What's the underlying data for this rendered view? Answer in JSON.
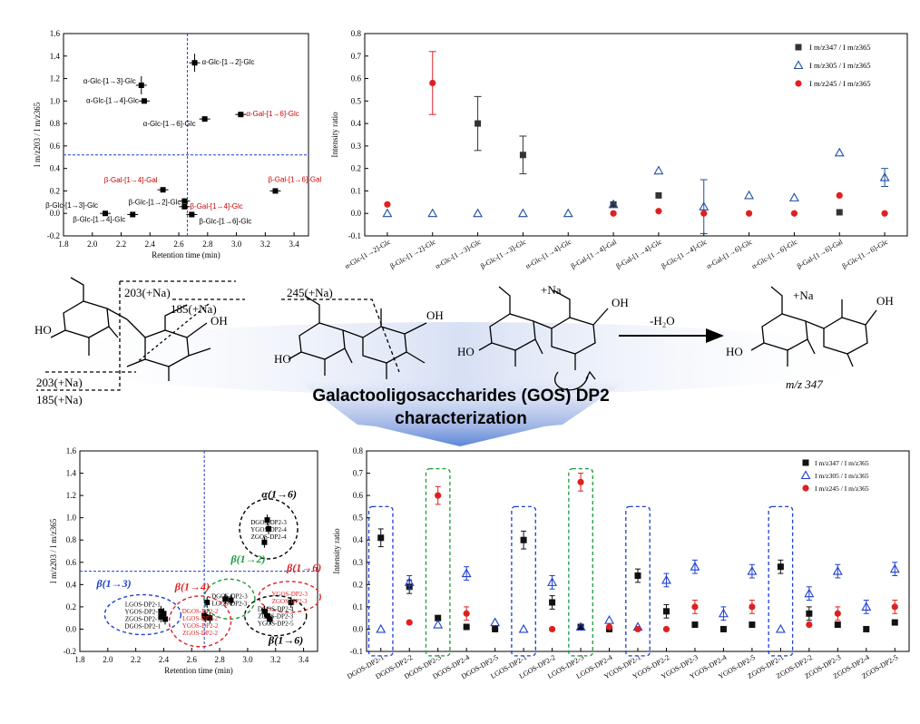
{
  "banner": {
    "line1": "Galactooligosaccharides (GOS) DP2",
    "line2": "characterization"
  },
  "structures": {
    "frag_203_top": "203(+Na)",
    "frag_185_top": "185(+Na)",
    "frag_203_bottom": "203(+Na)",
    "frag_185_bottom": "185(+Na)",
    "frag_245": "245(+Na)",
    "na_label": "+Na",
    "na_label_2": "+Na",
    "dehydration": "-H₂O",
    "mz": "m/z 347",
    "ho": "HO",
    "oh": "OH"
  },
  "chart_data": [
    {
      "id": "panel-a",
      "type": "scatter",
      "xlabel": "Retention time (min)",
      "ylabel": "I m/z203 / I m/z365",
      "xlim": [
        1.8,
        3.5
      ],
      "ylim": [
        -0.2,
        1.6
      ],
      "xticks": [
        "1.8",
        "2.0",
        "2.2",
        "2.4",
        "2.6",
        "2.8",
        "3.0",
        "3.2",
        "3.4"
      ],
      "yticks": [
        "-0.2",
        "0.0",
        "0.2",
        "0.4",
        "0.6",
        "0.8",
        "1.0",
        "1.2",
        "1.4",
        "1.6"
      ],
      "guides": {
        "x": 2.66,
        "y": 0.52
      },
      "points": [
        {
          "label": "α-Glc-[1→2]-Glc",
          "x": 2.71,
          "y": 1.34,
          "color": "#000000"
        },
        {
          "label": "α-Glc-[1→3]-Glc",
          "x": 2.34,
          "y": 1.14,
          "color": "#000000"
        },
        {
          "label": "α-Glc-[1→4]-Glc",
          "x": 2.36,
          "y": 1.0,
          "color": "#000000"
        },
        {
          "label": "α-Gal-[1→6]-Glc",
          "x": 3.03,
          "y": 0.88,
          "color": "#cc0000"
        },
        {
          "label": "α-Glc-[1→6]-Glc",
          "x": 2.78,
          "y": 0.84,
          "color": "#000000"
        },
        {
          "label": "β-Gal-[1→4]-Gal",
          "x": 2.49,
          "y": 0.21,
          "color": "#cc0000"
        },
        {
          "label": "β-Gal-[1→6]-Gal",
          "x": 3.27,
          "y": 0.2,
          "color": "#cc0000"
        },
        {
          "label": "β-Glc-[1→2]-Glc",
          "x": 2.64,
          "y": 0.11,
          "color": "#000000"
        },
        {
          "label": "β-Gal-[1→4]-Glc",
          "x": 2.64,
          "y": 0.06,
          "color": "#cc0000"
        },
        {
          "label": "β-Glc-[1→3]-Glc",
          "x": 2.09,
          "y": 0.0,
          "color": "#000000"
        },
        {
          "label": "β-Glc-[1→4]-Glc",
          "x": 2.28,
          "y": -0.01,
          "color": "#000000"
        },
        {
          "label": "β-Glc-[1→6]-Glc",
          "x": 2.69,
          "y": -0.01,
          "color": "#000000"
        }
      ]
    },
    {
      "id": "panel-b",
      "type": "scatter",
      "ylabel": "Intensity ratio",
      "ylim": [
        -0.1,
        0.8
      ],
      "yticks": [
        "-0.1",
        "0.0",
        "0.1",
        "0.2",
        "0.3",
        "0.4",
        "0.5",
        "0.6",
        "0.7",
        "0.8"
      ],
      "categories": [
        "α-Glc-[1→2]-Glc",
        "β-Glc-[1→2]-Glc",
        "α-Glc-[1→3]-Glc",
        "β-Glc-[1→3]-Glc",
        "α-Glc-[1→4]-Glc",
        "β-Gal-[1→4]-Gal",
        "β-Gal-[1→4]-Glc",
        "β-Glc-[1→4]-Glc",
        "α-Gal-[1→6]-Glc",
        "α-Glc-[1→6]-Glc",
        "β-Gal-[1→6]-Gal",
        "β-Glc-[1→6]-Glc"
      ],
      "legend_position": "top-right",
      "series": [
        {
          "name": "I m/z347 / I m/z365",
          "marker": "square",
          "color": "#333333",
          "values": [
            null,
            null,
            0.4,
            0.26,
            null,
            0.04,
            0.08,
            null,
            null,
            null,
            0.005,
            null
          ]
        },
        {
          "name": "I m/z305 / I m/z365",
          "marker": "triangle",
          "color": "#1f4ea1",
          "values": [
            0.0,
            0.0,
            0.0,
            0.0,
            0.0,
            0.04,
            0.19,
            0.03,
            0.08,
            0.07,
            0.27,
            0.16
          ]
        },
        {
          "name": "I m/z245 / I m/z365",
          "marker": "circle",
          "color": "#e02020",
          "values": [
            0.04,
            0.58,
            null,
            null,
            null,
            0.0,
            0.01,
            0.0,
            0.0,
            0.0,
            0.08,
            0.0
          ]
        }
      ]
    },
    {
      "id": "panel-c",
      "type": "scatter",
      "xlabel": "Retention time (min)",
      "ylabel": "I m/z203 / I m/z365",
      "xlim": [
        1.8,
        3.5
      ],
      "ylim": [
        -0.2,
        1.6
      ],
      "xticks": [
        "1.8",
        "2.0",
        "2.2",
        "2.4",
        "2.6",
        "2.8",
        "3.0",
        "3.2",
        "3.4"
      ],
      "yticks": [
        "-0.2",
        "0.0",
        "0.2",
        "0.4",
        "0.6",
        "0.8",
        "1.0",
        "1.2",
        "1.4",
        "1.6"
      ],
      "guides": {
        "x": 2.69,
        "y": 0.52
      },
      "groups": [
        {
          "title": "α(1→6)",
          "color": "#000000",
          "labels": [
            "DGOS-DP2-3",
            "YGOS-DP2-4",
            "ZGOS-DP2-4"
          ],
          "label_color": "#000000"
        },
        {
          "title": "β(1→2)",
          "color": "#1a9c3a",
          "labels": [
            "DGOS-DP2-3",
            "LGOS-DP2-3"
          ],
          "label_color": "#000000"
        },
        {
          "title": "β(1→6)",
          "color": "#e02020",
          "labels": [
            "YGOS-DP2-3",
            "ZGOS-DP2-3"
          ],
          "label_color": "#e02020"
        },
        {
          "title": "β(1→3)",
          "color": "#1f3fd1",
          "labels": [
            "LGOS-DP2-1",
            "YGOS-DP2-1",
            "ZGOS-DP2-1",
            "DGOS-DP2-1"
          ],
          "label_color": "#000000"
        },
        {
          "title": "β(1→4)",
          "color": "#e02020",
          "labels": [
            "DGOS-DP2-2",
            "LGOS-DP2-2",
            "YGOS-DP2-2",
            "ZGOS-DP2-2"
          ],
          "label_color": "#e02020"
        },
        {
          "title": "β(1→6)",
          "color": "#000000",
          "labels": [
            "DGOS-DP2-4",
            "ZGOS-DP2-3",
            "YGOS-DP2-5"
          ],
          "label_color": "#000000"
        }
      ],
      "points": [
        {
          "x": 3.14,
          "y": 0.98
        },
        {
          "x": 3.15,
          "y": 0.9
        },
        {
          "x": 3.12,
          "y": 0.78
        },
        {
          "x": 2.84,
          "y": 0.27
        },
        {
          "x": 2.88,
          "y": 0.26
        },
        {
          "x": 3.31,
          "y": 0.24
        },
        {
          "x": 2.38,
          "y": 0.16
        },
        {
          "x": 2.4,
          "y": 0.14
        },
        {
          "x": 2.38,
          "y": 0.11
        },
        {
          "x": 2.41,
          "y": 0.09
        },
        {
          "x": 2.71,
          "y": 0.24
        },
        {
          "x": 2.7,
          "y": 0.11
        },
        {
          "x": 2.73,
          "y": 0.1
        },
        {
          "x": 2.69,
          "y": 0.12
        },
        {
          "x": 3.12,
          "y": 0.16
        },
        {
          "x": 3.14,
          "y": 0.12
        },
        {
          "x": 3.16,
          "y": 0.09
        }
      ]
    },
    {
      "id": "panel-d",
      "type": "scatter",
      "ylabel": "Intensity ratio",
      "ylim": [
        -0.1,
        0.8
      ],
      "yticks": [
        "-0.1",
        "0.0",
        "0.1",
        "0.2",
        "0.3",
        "0.4",
        "0.5",
        "0.6",
        "0.7",
        "0.8"
      ],
      "categories": [
        "DGOS-DP2-1",
        "DGOS-DP2-2",
        "DGOS-DP2-3",
        "DGOS-DP2-4",
        "DGOS-DP2-5",
        "LGOS-DP2-1",
        "LGOS-DP2-2",
        "LGOS-DP2-3",
        "LGOS-DP2-4",
        "YGOS-DP2-1",
        "YGOS-DP2-2",
        "YGOS-DP2-3",
        "YGOS-DP2-4",
        "YGOS-DP2-5",
        "ZGOS-DP2-1",
        "ZGOS-DP2-2",
        "ZGOS-DP2-3",
        "ZGOS-DP2-4",
        "ZGOS-DP2-5"
      ],
      "legend_position": "top-right",
      "highlight_blue": [
        0,
        5,
        9,
        14
      ],
      "highlight_green": [
        2,
        7
      ],
      "series": [
        {
          "name": "I m/z347 / I m/z365",
          "marker": "square",
          "color": "#111111",
          "values": [
            0.41,
            0.19,
            0.05,
            0.01,
            0.0,
            0.4,
            0.12,
            0.01,
            0.0,
            0.24,
            0.08,
            0.02,
            0.0,
            0.02,
            0.28,
            0.07,
            0.02,
            0.0,
            0.03
          ]
        },
        {
          "name": "I m/z305 / I m/z365",
          "marker": "triangle",
          "color": "#1f3fd1",
          "values": [
            0.0,
            0.21,
            0.02,
            0.25,
            0.03,
            0.0,
            0.21,
            0.01,
            0.04,
            0.01,
            0.22,
            0.28,
            0.07,
            0.26,
            0.0,
            0.16,
            0.26,
            0.1,
            0.27
          ]
        },
        {
          "name": "I m/z245 / I m/z365",
          "marker": "circle",
          "color": "#e02020",
          "values": [
            null,
            0.03,
            0.6,
            0.07,
            null,
            null,
            0.0,
            0.66,
            0.01,
            0.0,
            0.0,
            0.1,
            null,
            0.1,
            null,
            0.02,
            0.07,
            null,
            0.1
          ]
        }
      ]
    }
  ]
}
